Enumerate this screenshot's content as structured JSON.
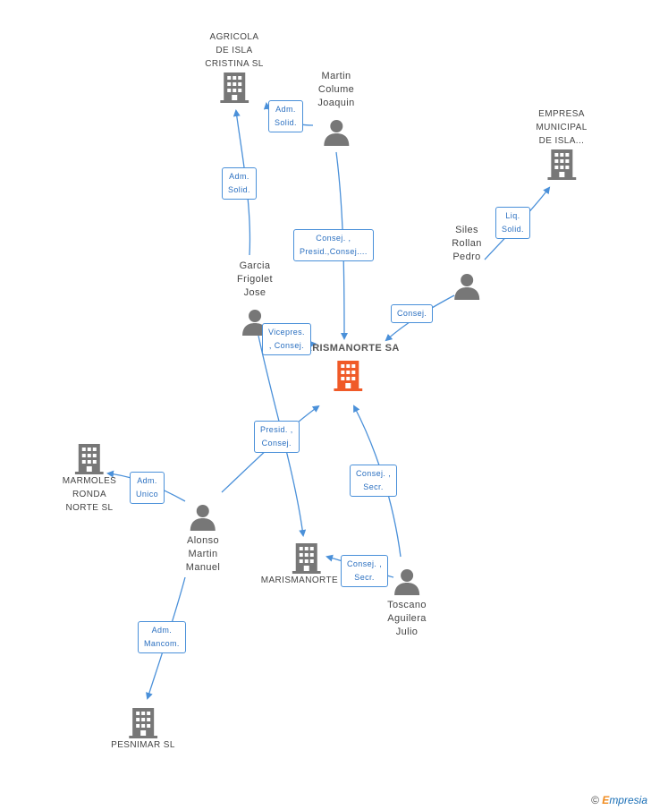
{
  "nodes": {
    "main": {
      "label": "MARISMANORTE SA",
      "icon": "building-icon",
      "color": "#f05a28"
    },
    "agricola": {
      "lines": [
        "AGRICOLA",
        "DE ISLA",
        "CRISTINA  SL"
      ],
      "icon": "building-icon"
    },
    "empresa": {
      "lines": [
        "EMPRESA",
        "MUNICIPAL",
        "DE ISLA..."
      ],
      "icon": "building-icon"
    },
    "marmoles": {
      "lines": [
        "MARMOLES",
        "RONDA",
        "NORTE SL"
      ],
      "icon": "building-icon"
    },
    "marismanorte_sl": {
      "label": "MARISMANORTE SL",
      "icon": "building-icon"
    },
    "pesnimar": {
      "label": "PESNIMAR  SL",
      "icon": "building-icon"
    },
    "martin": {
      "lines": [
        "Martin",
        "Colume",
        "Joaquin"
      ],
      "icon": "person-icon"
    },
    "siles": {
      "lines": [
        "Siles",
        "Rollan",
        "Pedro"
      ],
      "icon": "person-icon"
    },
    "garcia": {
      "lines": [
        "Garcia",
        "Frigolet",
        "Jose"
      ],
      "icon": "person-icon"
    },
    "alonso": {
      "lines": [
        "Alonso",
        "Martin",
        "Manuel"
      ],
      "icon": "person-icon"
    },
    "toscano": {
      "lines": [
        "Toscano",
        "Aguilera",
        "Julio"
      ],
      "icon": "person-icon"
    }
  },
  "badges": {
    "adm_solid_1": [
      "Adm.",
      "Solid."
    ],
    "adm_solid_2": [
      "Adm.",
      "Solid."
    ],
    "liq_solid": [
      "Liq.",
      "Solid."
    ],
    "consej_presid": [
      "Consej. ,",
      "Presid.,Consej...."
    ],
    "consej": [
      "Consej."
    ],
    "vicepres": [
      "Vicepres.",
      ", Consej."
    ],
    "presid_consej": [
      "Presid. ,",
      "Consej."
    ],
    "adm_unico": [
      "Adm.",
      "Unico"
    ],
    "consej_secr_1": [
      "Consej. ,",
      "Secr."
    ],
    "consej_secr_2": [
      "Consej. ,",
      "Secr."
    ],
    "adm_mancom": [
      "Adm.",
      "Mancom."
    ]
  },
  "colors": {
    "edge": "#4a90d9",
    "icon": "#777777",
    "main_icon": "#f05a28"
  },
  "footer": {
    "copyright": "©",
    "brand_e": "E",
    "brand_rest": "mpresia"
  }
}
